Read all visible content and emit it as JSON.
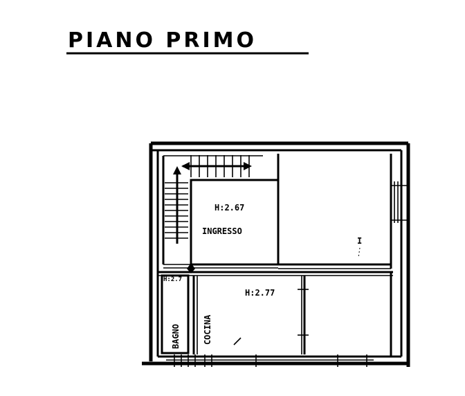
{
  "plan": {
    "title": "PIANO PRIMO",
    "rooms": [
      {
        "id": "ingresso",
        "height_label": "H:2.67",
        "name": "INGRESSO"
      },
      {
        "id": "cucina",
        "height_label": "H:2.77",
        "name": "COCINA"
      },
      {
        "id": "bagno",
        "height_label": "H:2.7",
        "name": "BAGNO"
      }
    ],
    "marks": {
      "right_room_mark": "I"
    }
  }
}
